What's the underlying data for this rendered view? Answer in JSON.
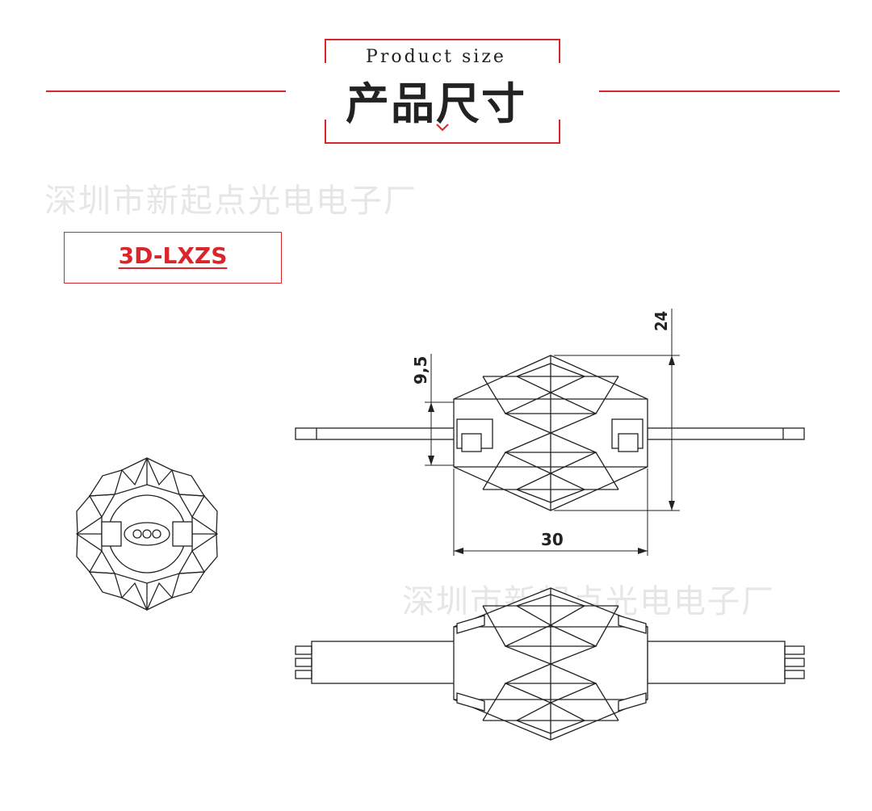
{
  "header": {
    "subtitle": "Product size",
    "title": "产品尺寸"
  },
  "watermark": "深圳市新起点光电电子厂",
  "model": "3D-LXZS",
  "dimensions": {
    "height": "24",
    "wire_gap": "9,5",
    "length": "30"
  },
  "colors": {
    "accent": "#d9262b",
    "line": "#222222",
    "watermark": "#e6e6e6"
  }
}
